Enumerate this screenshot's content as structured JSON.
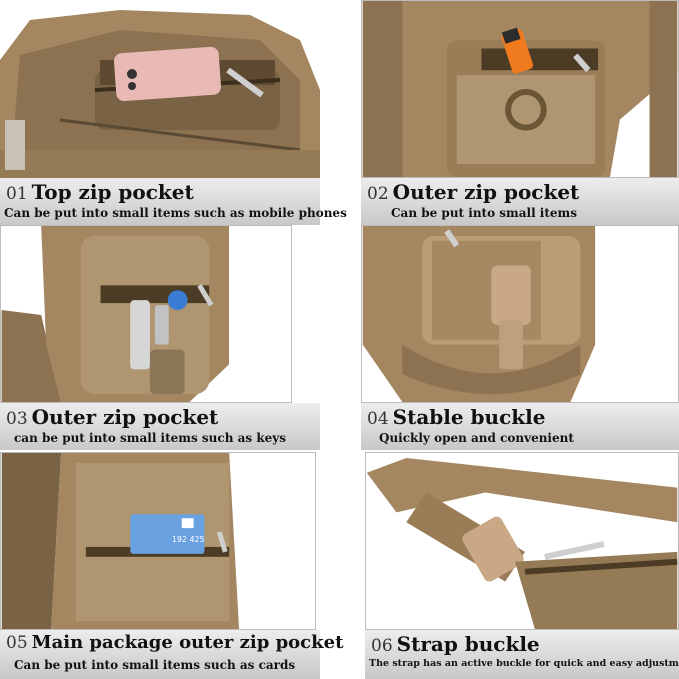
{
  "panels": [
    {
      "num": "01",
      "label": "Top zip pocket",
      "desc": "Can be put into small items such as mobile phones"
    },
    {
      "num": "02",
      "label": "Outer zip pocket",
      "desc": "Can be put into small items"
    },
    {
      "num": "03",
      "label": "Outer zip pocket",
      "desc": "can be put into small items such as keys"
    },
    {
      "num": "04",
      "label": "Stable buckle",
      "desc": "Quickly open and convenient"
    },
    {
      "num": "05",
      "label": "Main package outer zip pocket",
      "desc": "Can be put into small items such as cards"
    },
    {
      "num": "06",
      "label": "Strap buckle",
      "desc": "The strap has an active buckle for quick and easy adjustment"
    }
  ],
  "card": {
    "text": "192 425"
  },
  "colors": {
    "fabric": "#a48760",
    "fabric_dark": "#6f5a3c",
    "phone": "#e8b9b5",
    "lighter": "#f07a1e",
    "key_ring": "#3a7bd5",
    "card": "#6aa1e0"
  }
}
